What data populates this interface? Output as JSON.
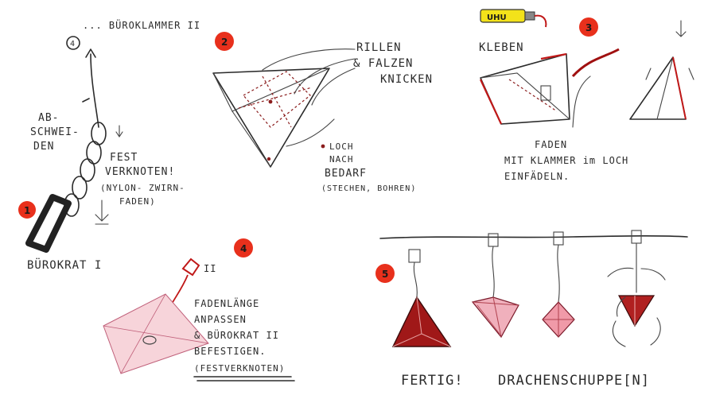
{
  "colors": {
    "ink": "#2b2b2b",
    "badge": "#e8301c",
    "thread_red": "#c01818",
    "dark_red": "#8b1010",
    "pink": "#f2a9b4",
    "glue_yellow": "#f3e21a"
  },
  "badges": [
    "1",
    "2",
    "3",
    "4",
    "5"
  ],
  "step1": {
    "circle_num": "4",
    "top_label": "... BÜROKLAMMER II",
    "cut_label_1": "AB-",
    "cut_label_2": "SCHWEI-",
    "cut_label_3": "DEN",
    "knot_1": "FEST",
    "knot_2": "VERKNOTEN!",
    "knot_3": "(NYLON- ZWIRN-",
    "knot_4": "FADEN)",
    "bottom_label": "BÜROKRAT I"
  },
  "step2": {
    "grooves_1": "RILLEN",
    "grooves_2": "& FALZEN",
    "grooves_3": "KNICKEN",
    "hole_1": "LOCH",
    "hole_2": "NACH",
    "hole_3": "BEDARF",
    "hole_4": "(STECHEN, BOHREN)"
  },
  "step3": {
    "glue_brand": "UHU",
    "glue_label": "KLEBEN",
    "thread_1": "FADEN",
    "thread_2": "MIT KLAMMER im LOCH",
    "thread_3": "EINFÄDELN."
  },
  "step4": {
    "clip_mark": "II",
    "text_1": "FADENLÄNGE",
    "text_2": "ANPASSEN",
    "text_3": "& BÜROKRAT II",
    "text_4": "BEFESTIGEN.",
    "text_5": "(FESTVERKNOTEN)"
  },
  "step5": {
    "done": "FERTIG!",
    "title": "DRACHENSCHUPPE[N]"
  }
}
